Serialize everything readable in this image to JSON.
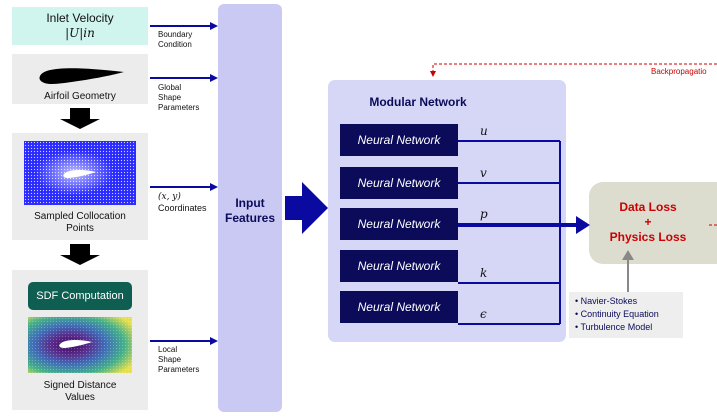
{
  "inlet": {
    "title": "Inlet Velocity",
    "formula": "|U|in"
  },
  "airfoil": {
    "caption": "Airfoil Geometry"
  },
  "collocation": {
    "caption_line1": "Sampled Collocation",
    "caption_line2": "Points"
  },
  "sdf": {
    "button_label": "SDF Computation",
    "caption_line1": "Signed Distance",
    "caption_line2": "Values"
  },
  "side_labels": {
    "boundary": [
      "Boundary",
      "Condition"
    ],
    "global_shape": [
      "Global",
      "Shape",
      "Parameters"
    ],
    "coordinates_math": "(x, y)",
    "coordinates": "Coordinates",
    "local_shape": [
      "Local",
      "Shape",
      "Parameters"
    ]
  },
  "input_features": {
    "line1": "Input",
    "line2": "Features"
  },
  "modular_network": {
    "title": "Modular Network",
    "networks": [
      {
        "label": "Neural Network",
        "output": "u"
      },
      {
        "label": "Neural Network",
        "output": "v"
      },
      {
        "label": "Neural Network",
        "output": "p"
      },
      {
        "label": "Neural Network",
        "output": "k"
      },
      {
        "label": "Neural Network",
        "output": "ϵ"
      }
    ]
  },
  "loss": {
    "line1": "Data Loss",
    "line2": "+",
    "line3": "Physics Loss"
  },
  "physics_list": [
    "Navier-Stokes",
    "Continuity Equation",
    "Turbulence Model"
  ],
  "backprop_label": "Backpropagatio",
  "colors": {
    "navy": "#0b0b5a",
    "arrow_blue": "#0a0aa0",
    "mint": "#cff5ee",
    "lavender": "#c9c9f3",
    "module_bg": "#d6d6f6",
    "loss_red": "#cc0000",
    "loss_bg": "#dcdccf",
    "sdf_green": "#0e5e52",
    "backprop_red": "#cc0000"
  }
}
